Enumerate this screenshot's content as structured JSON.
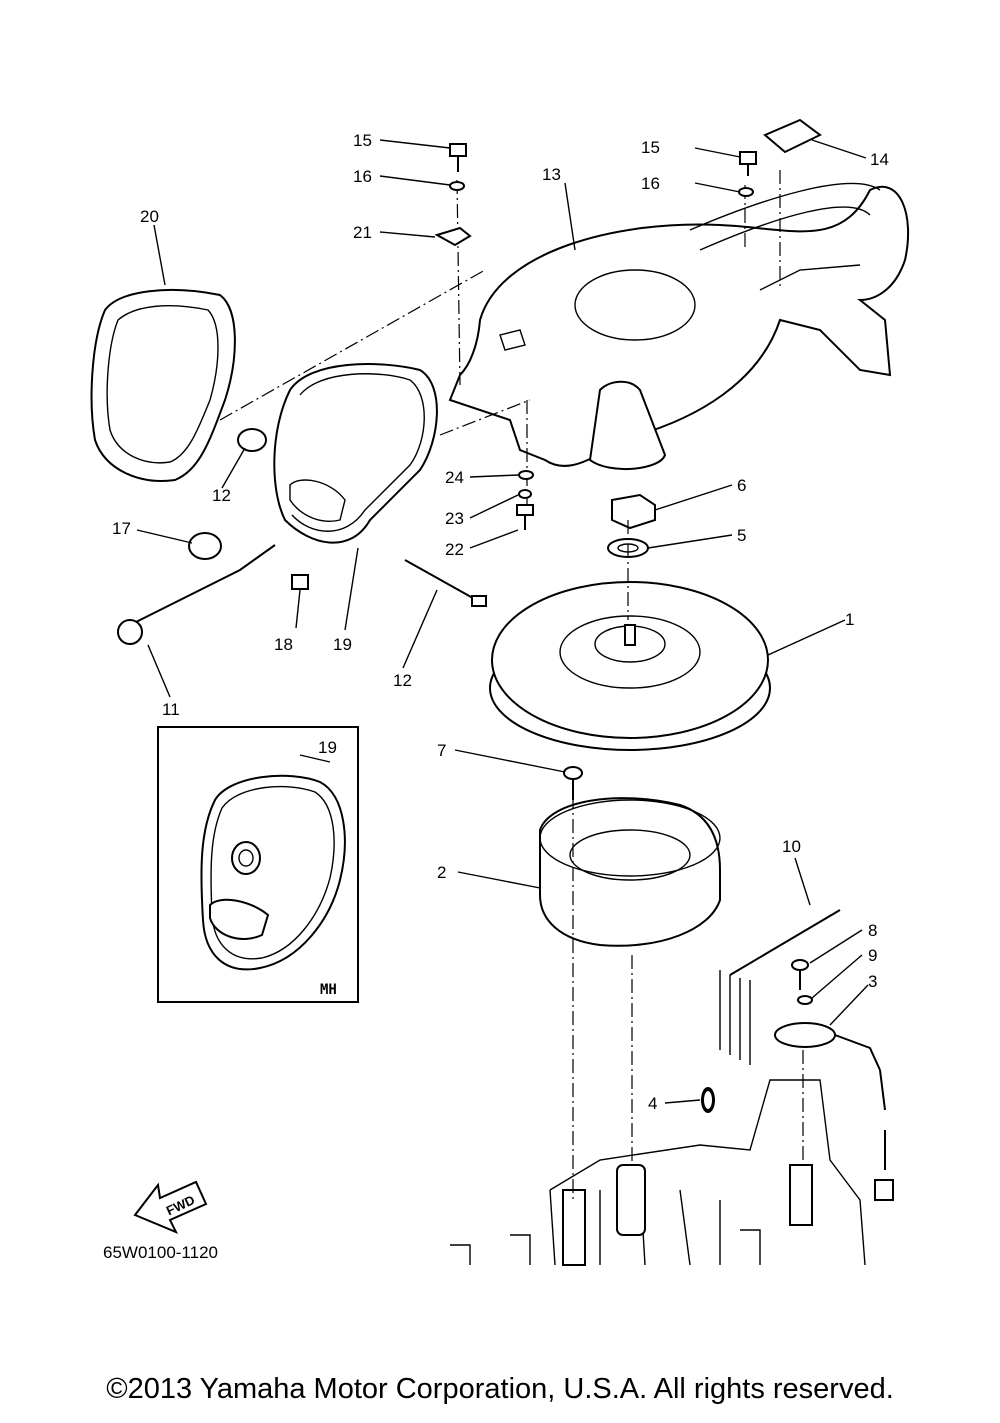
{
  "labels": {
    "l1": "1",
    "l2": "2",
    "l3": "3",
    "l4": "4",
    "l5": "5",
    "l6": "6",
    "l7": "7",
    "l8": "8",
    "l9": "9",
    "l10": "10",
    "l11": "11",
    "l12a": "12",
    "l12b": "12",
    "l13": "13",
    "l14": "14",
    "l15a": "15",
    "l15b": "15",
    "l16a": "16",
    "l16b": "16",
    "l17": "17",
    "l18": "18",
    "l19a": "19",
    "l19b": "19",
    "l20": "20",
    "l21": "21",
    "l22": "22",
    "l23": "23",
    "l24": "24"
  },
  "inset": {
    "tag": "MH"
  },
  "fwd": "FWD",
  "diagram_code": "65W0100-1120",
  "copyright": "©2013 Yamaha Motor Corporation, U.S.A. All rights reserved."
}
